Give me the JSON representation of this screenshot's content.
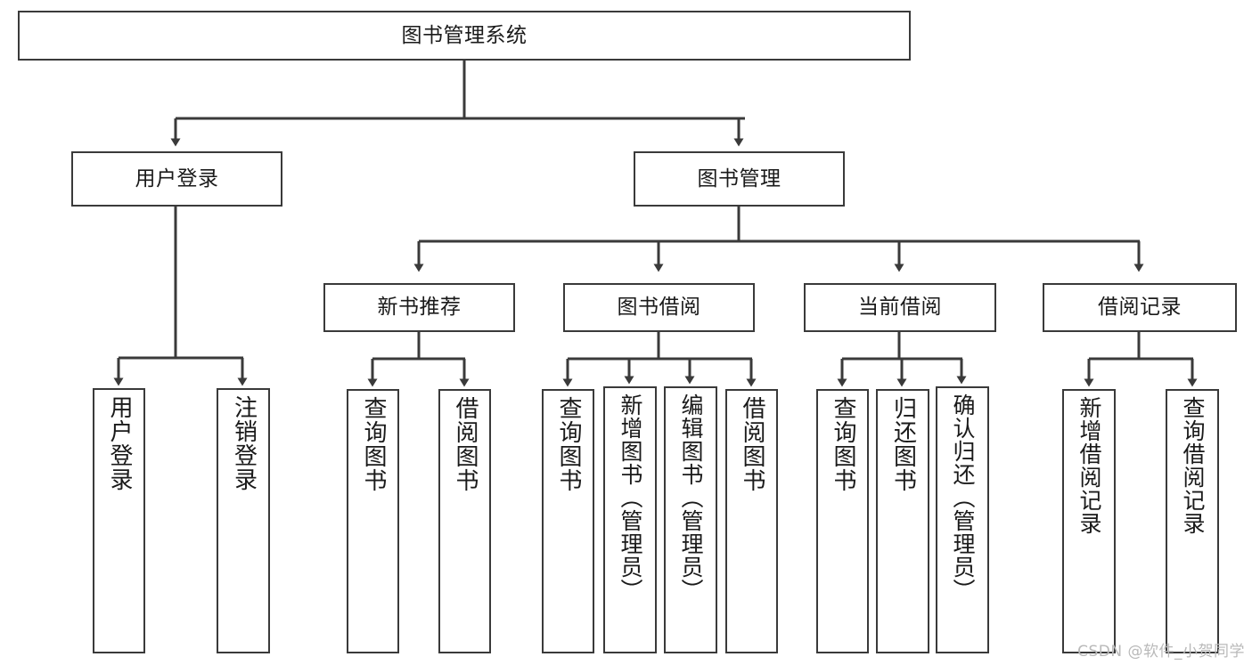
{
  "diagram": {
    "title_node": {
      "label": "图书管理系统"
    },
    "level2": [
      {
        "id": "user-login",
        "label": "用户登录"
      },
      {
        "id": "book-management",
        "label": "图书管理"
      }
    ],
    "level3": [
      {
        "id": "new-book-recommend",
        "label": "新书推荐"
      },
      {
        "id": "book-borrow",
        "label": "图书借阅"
      },
      {
        "id": "current-borrow",
        "label": "当前借阅"
      },
      {
        "id": "borrow-record",
        "label": "借阅记录"
      }
    ],
    "leaves": {
      "user_login": [
        {
          "id": "user-login-leaf",
          "label": "用户登录"
        },
        {
          "id": "logout-leaf",
          "label": "注销登录"
        }
      ],
      "new_book_recommend": [
        {
          "id": "query-book-1",
          "label": "查询图书"
        },
        {
          "id": "borrow-book-1",
          "label": "借阅图书"
        }
      ],
      "book_borrow": [
        {
          "id": "query-book-2",
          "label": "查询图书"
        },
        {
          "id": "add-book",
          "label": "新增图书（管理员）"
        },
        {
          "id": "edit-book",
          "label": "编辑图书（管理员）"
        },
        {
          "id": "borrow-book-2",
          "label": "借阅图书"
        }
      ],
      "current_borrow": [
        {
          "id": "query-book-3",
          "label": "查询图书"
        },
        {
          "id": "return-book",
          "label": "归还图书"
        },
        {
          "id": "confirm-return",
          "label": "确认归还（管理员）"
        }
      ],
      "borrow_record": [
        {
          "id": "add-borrow-record",
          "label": "新增借阅记录"
        },
        {
          "id": "query-borrow-record",
          "label": "查询借阅记录"
        }
      ]
    },
    "watermark": "CSDN @软件_小贺同学",
    "colors": {
      "stroke": "#3a3a3a",
      "background": "#ffffff",
      "text": "#1a1a1a",
      "watermark": "#b9b9b9"
    }
  }
}
